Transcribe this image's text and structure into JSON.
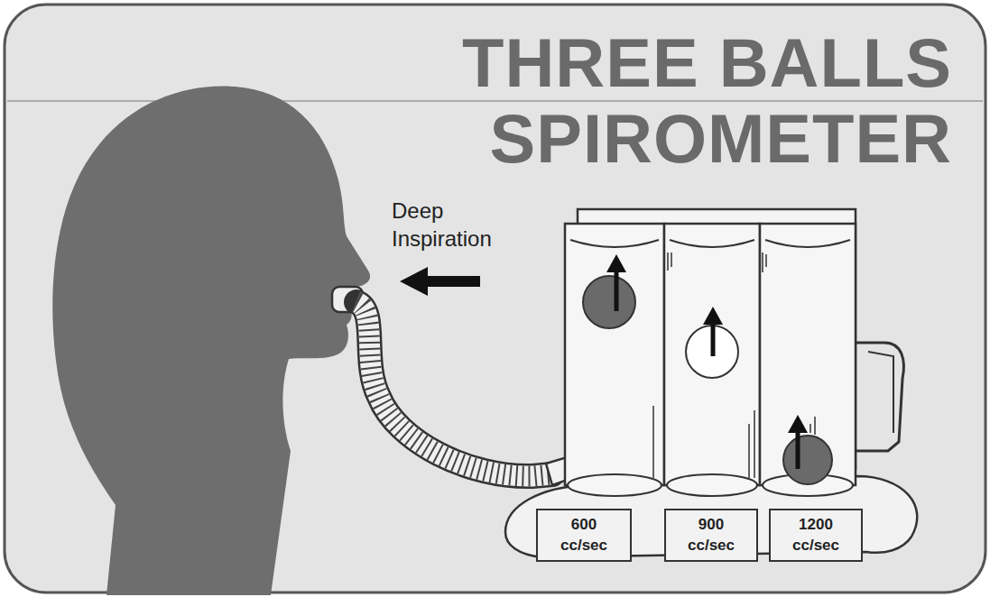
{
  "diagram": {
    "title": "THREE BALLS SPIROMETER",
    "nodes": [
      {
        "text": [
          "600 cc/sec"
        ]
      },
      {
        "text": [
          "900 cc/sec"
        ]
      },
      {
        "text": [
          "1200 cc/sec"
        ]
      }
    ],
    "labels": [
      "Deep Inspiration"
    ]
  }
}
